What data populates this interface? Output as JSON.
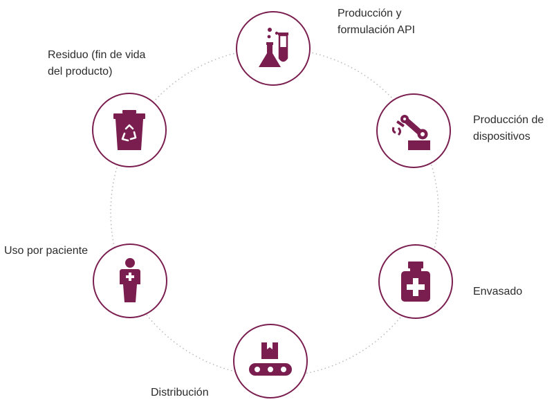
{
  "colors": {
    "accent": "#7a1e4f",
    "ring": "#b8b8b8",
    "text": "#2b2b2b"
  },
  "stages": [
    {
      "id": "api",
      "icon": "lab-flask-icon",
      "lines": [
        "Producción y",
        "formulación API"
      ]
    },
    {
      "id": "devices",
      "icon": "robot-arm-icon",
      "lines": [
        "Producción de",
        "dispositivos"
      ]
    },
    {
      "id": "packaging",
      "icon": "medicine-bottle-icon",
      "lines": [
        "Envasado"
      ]
    },
    {
      "id": "distribution",
      "icon": "conveyor-belt-icon",
      "lines": [
        "Distribución"
      ]
    },
    {
      "id": "patient",
      "icon": "patient-icon",
      "lines": [
        "Uso por paciente"
      ]
    },
    {
      "id": "waste",
      "icon": "recycle-bin-icon",
      "lines": [
        "Residuo (fin de vida",
        "del producto)"
      ]
    }
  ]
}
